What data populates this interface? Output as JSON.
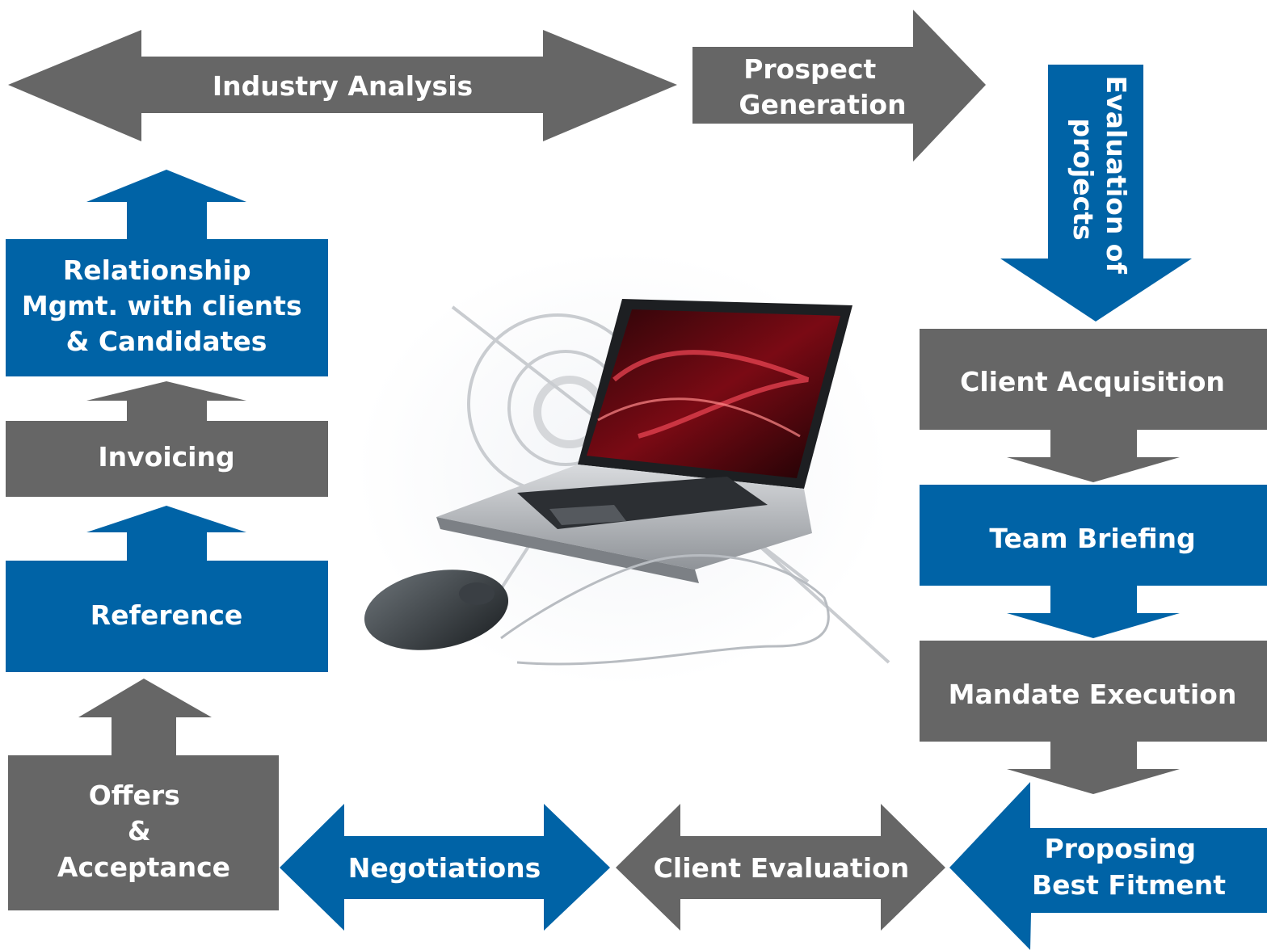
{
  "colors": {
    "gray": "#666666",
    "blue": "#0063A6",
    "text": "#FFFFFF",
    "background": "#FFFFFF"
  },
  "center_image": {
    "icon": "laptop-with-mouse-icon"
  },
  "steps": {
    "industry_analysis": {
      "lines": [
        "Industry Analysis"
      ]
    },
    "prospect_generation": {
      "lines": [
        "Prospect",
        "Generation"
      ]
    },
    "evaluation_of_projects": {
      "lines": [
        "Evaluation of",
        "projects"
      ]
    },
    "client_acquisition": {
      "lines": [
        "Client Acquisition"
      ]
    },
    "team_briefing": {
      "lines": [
        "Team Briefing"
      ]
    },
    "mandate_execution": {
      "lines": [
        "Mandate Execution"
      ]
    },
    "proposing_best_fitment": {
      "lines": [
        "Proposing",
        "Best Fitment"
      ]
    },
    "client_evaluation": {
      "lines": [
        "Client Evaluation"
      ]
    },
    "negotiations": {
      "lines": [
        "Negotiations"
      ]
    },
    "offers_acceptance": {
      "lines": [
        "Offers",
        "&",
        "Acceptance"
      ]
    },
    "reference": {
      "lines": [
        "Reference"
      ]
    },
    "invoicing": {
      "lines": [
        "Invoicing"
      ]
    },
    "relationship_mgmt": {
      "lines": [
        "Relationship",
        "Mgmt. with clients",
        "& Candidates"
      ]
    }
  }
}
